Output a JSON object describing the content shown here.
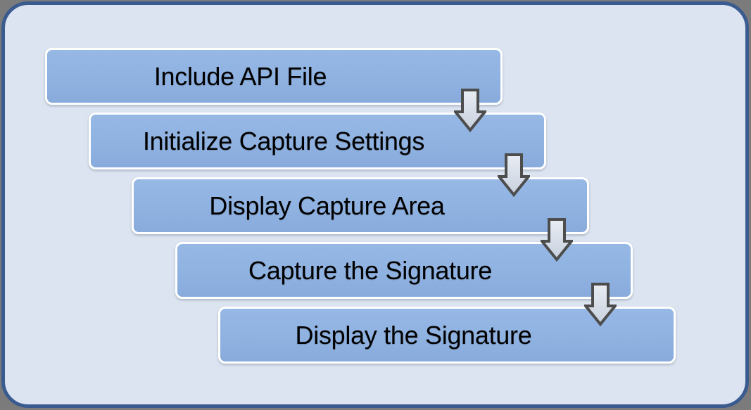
{
  "diagram": {
    "type": "step-down-process",
    "steps": [
      {
        "label": "Include API File"
      },
      {
        "label": "Initialize Capture Settings"
      },
      {
        "label": "Display Capture Area"
      },
      {
        "label": "Capture the Signature"
      },
      {
        "label": "Display the Signature"
      }
    ],
    "connectors": {
      "count": 4,
      "icon": "down-arrow",
      "direction": "down"
    },
    "colors": {
      "canvas_outside": "#7b7b7b",
      "panel_fill": "#dce4f1",
      "panel_border": "#3a5b8f",
      "step_fill": "#8fb2e1",
      "step_border": "#ffffff",
      "arrow_fill_top": "#e9edf3",
      "arrow_fill_bottom": "#c8d1df",
      "arrow_outline": "#4d4d4d",
      "text": "#000000"
    }
  }
}
